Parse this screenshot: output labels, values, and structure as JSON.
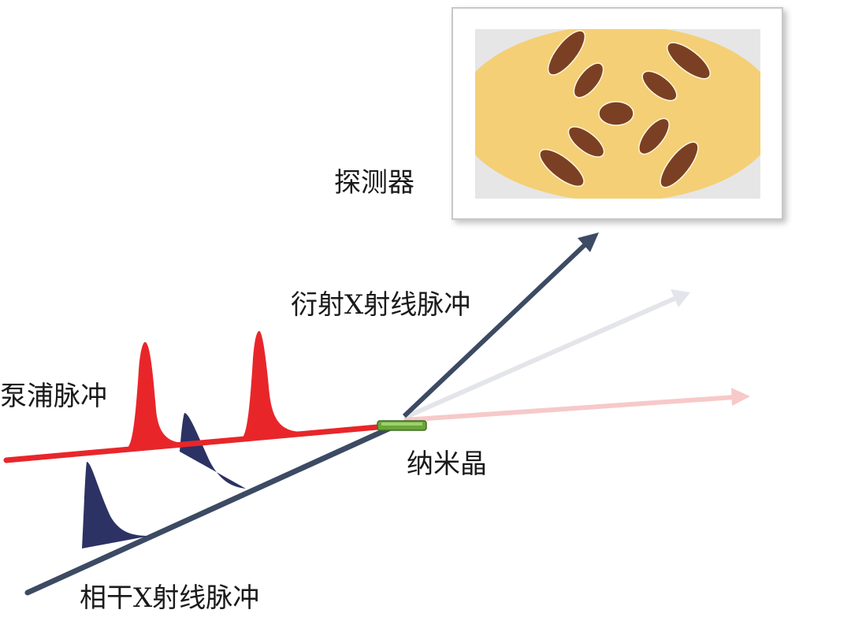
{
  "labels": {
    "detector": "探测器",
    "diffracted_pulse": "衍射X射线脉冲",
    "pump_pulse": "泵浦脉冲",
    "nanocrystal": "纳米晶",
    "coherent_pulse": "相干X射线脉冲"
  },
  "colors": {
    "pump": "#e8262a",
    "xray": "#3c4a63",
    "xray_pulse": "#2c3264",
    "detector_bg": "#f4cf75",
    "spot": "#7b4023",
    "crystal": "#6aa53a",
    "faint_ray_gray": "#e3e5ea",
    "faint_ray_pink": "#f7c9c9"
  },
  "diffraction_spots": 9
}
